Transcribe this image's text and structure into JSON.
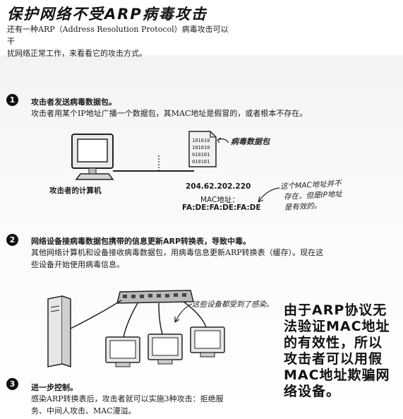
{
  "title": "保护网络不受ARP病毒攻击",
  "intro": [
    "还有一种ARP（Address Resolution Protocol）病毒攻击可以干",
    "扰网络正常工作，来看看它的攻击方式。"
  ],
  "steps": [
    {
      "num": "1",
      "title": "攻击者发送病毒数据包。",
      "body": [
        "攻击者用某个IP地址广播一个数据包，其MAC地址是假冒的，或者根本不存在。"
      ]
    },
    {
      "num": "2",
      "title": "网络设备接病毒数据包携带的信息更新ARP转换表，导致中毒。",
      "body": [
        "其他网络计算机和设备接收病毒数据包，用病毒信息更新ARP转换表（缓存）。现在这",
        "些设备开始使用病毒信息。"
      ]
    },
    {
      "num": "3",
      "title": "进一步控制。",
      "body": [
        "感染ARP转换表后，攻击者就可以实施3种攻击：拒绝服",
        "务、中间人攻击、MAC漫溢。"
      ]
    }
  ],
  "diagram1": {
    "attacker_label": "攻击者的计算机",
    "packet_label": "病毒数据包",
    "packet_bits": [
      "101010",
      "101010",
      "010101",
      "010101"
    ],
    "ip": "204.62.202.220",
    "mac_label": "MAC地址：",
    "mac": "FA:DE:FA:DE:FA:DE",
    "note": [
      "这个MAC地址并不",
      "存在，但是IP地址",
      "是有效的。"
    ]
  },
  "diagram2": {
    "note": "这些设备都受到了感染。"
  },
  "callout": [
    "由于ARP协议无",
    "法验证MAC地址",
    "的有效性，所以",
    "攻击者可以用假",
    "MAC地址欺骗网",
    "络设备。"
  ]
}
